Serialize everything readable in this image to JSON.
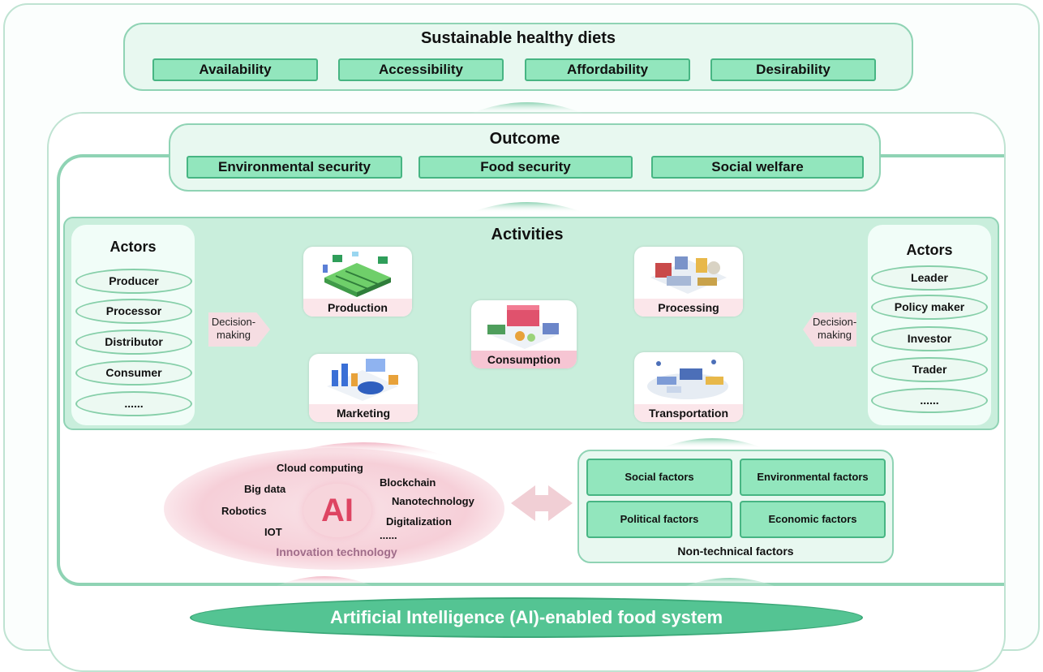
{
  "sustainable": {
    "title": "Sustainable healthy diets",
    "items": [
      "Availability",
      "Accessibility",
      "Affordability",
      "Desirability"
    ]
  },
  "outcome": {
    "title": "Outcome",
    "items": [
      "Environmental security",
      "Food security",
      "Social welfare"
    ]
  },
  "activities": {
    "title": "Activities",
    "nodes": [
      "Production",
      "Processing",
      "Consumption",
      "Marketing",
      "Transportation"
    ]
  },
  "actors_left": {
    "title": "Actors",
    "items": [
      "Producer",
      "Processor",
      "Distributor",
      "Consumer",
      "......"
    ]
  },
  "actors_right": {
    "title": "Actors",
    "items": [
      "Leader",
      "Policy maker",
      "Investor",
      "Trader",
      "......"
    ]
  },
  "decision_making": {
    "left_line1": "Decision-",
    "left_line2": "making",
    "right_line1": "Decision-",
    "right_line2": "making"
  },
  "technology": {
    "ai_label": "AI",
    "items": [
      "Cloud computing",
      "Big data",
      "Blockchain",
      "Nanotechnology",
      "Robotics",
      "Digitalization",
      "IOT",
      "......"
    ],
    "caption": "Innovation technology"
  },
  "non_technical": {
    "factors": [
      "Social  factors",
      "Environmental factors",
      "Political factors",
      "Economic factors"
    ],
    "caption": "Non-technical  factors"
  },
  "system_title": "Artificial Intelligence (AI)-enabled food system",
  "colors": {
    "mint": "#92e6bd",
    "mint_border": "#47b583",
    "panel": "#c9eedc",
    "pink": "#f6c5d3",
    "ai_red": "#de4462",
    "bottom_green": "#54c493"
  }
}
